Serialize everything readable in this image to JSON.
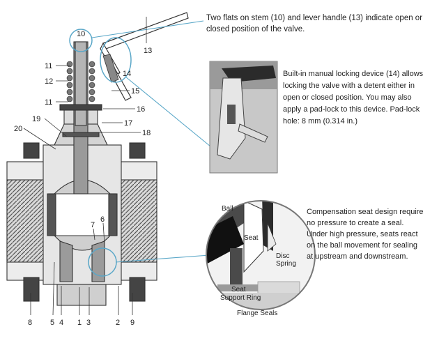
{
  "annotations": {
    "flats": [
      "Two flats on stem (10) and lever handle (13) indicate open or",
      "closed position of the valve."
    ],
    "locking": [
      "Built-in manual locking device (14) allows",
      "locking the valve with a detent either in",
      "open or closed position. You may also",
      "apply a pad-lock to this device. Pad-lock",
      "hole: 8 mm (0.314 in.)"
    ],
    "seat": [
      "Compensation seat design requires",
      "no pressure to create a seal.",
      "Under high pressure, seats react",
      "on the ball movement for sealing",
      "at upstream and downstream."
    ]
  },
  "part_numbers": {
    "n10_top": "10",
    "n13": "13",
    "n11": "11",
    "n12": "12",
    "n14": "14",
    "n15": "15",
    "n11b": "11",
    "n16": "16",
    "n19": "19",
    "n17": "17",
    "n20": "20",
    "n18": "18",
    "n7": "7",
    "n6": "6",
    "n8": "8",
    "n5": "5",
    "n4": "4",
    "n1": "1",
    "n3": "3",
    "n2": "2",
    "n9": "9"
  },
  "detail_labels": {
    "ball": "Ball",
    "seat": "Seat",
    "disc_spring": [
      "Disc",
      "Spring"
    ],
    "support_ring": [
      "Seat",
      "Support Ring"
    ],
    "flange_seals": "Flange Seals"
  }
}
